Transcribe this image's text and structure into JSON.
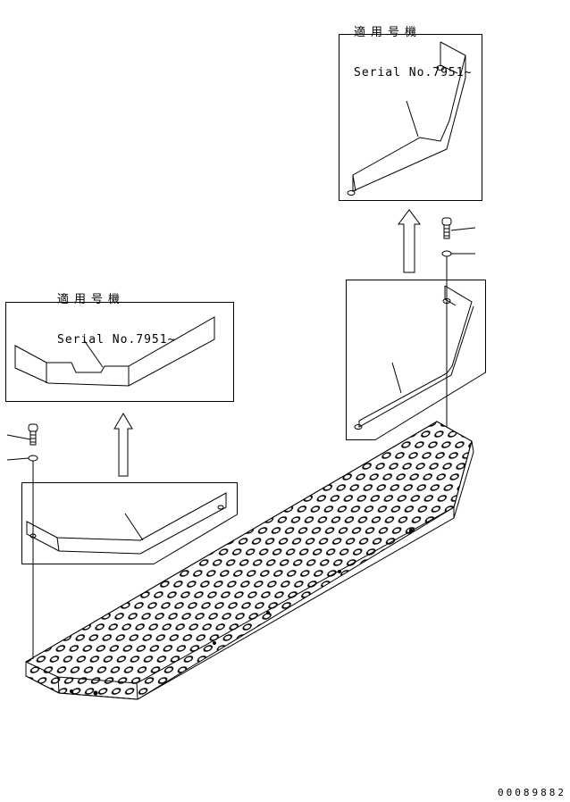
{
  "annotations": {
    "top_right": {
      "applicable_jp": "適用号機",
      "serial": "Serial No.7951~"
    },
    "middle_left": {
      "applicable_jp": "適用号機",
      "serial": "Serial No.7951~"
    }
  },
  "drawing_code": "00089882",
  "parts": [
    {
      "name": "step-cover-new-right",
      "note": "inset box top-right (Serial No.7951~)"
    },
    {
      "name": "step-cover-old-right",
      "note": "inset box right"
    },
    {
      "name": "step-cover-new-left",
      "note": "inset box middle-left (Serial No.7951~)"
    },
    {
      "name": "step-cover-old-left",
      "note": "inset box left"
    },
    {
      "name": "bolt",
      "note": "hex bolt with washer, left and right"
    },
    {
      "name": "perforated-step-plate",
      "note": "main step with hole pattern"
    }
  ],
  "colors": {
    "line": "#000000",
    "background": "#ffffff"
  }
}
